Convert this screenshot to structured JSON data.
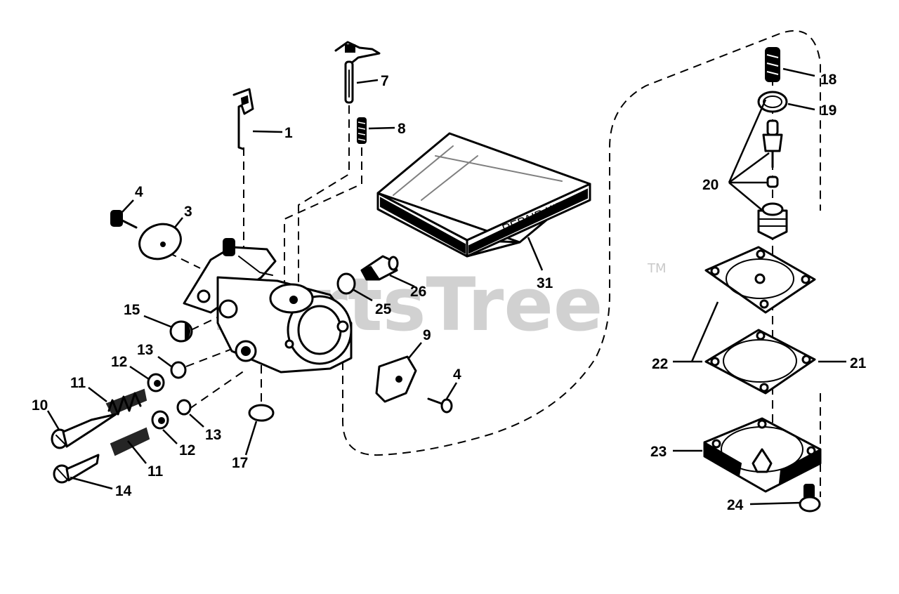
{
  "watermark": {
    "text": "PartsTree",
    "trademark": "TM"
  },
  "repair_kit_label": "REPAIR KIT",
  "callouts": [
    {
      "id": "c1",
      "text": "1"
    },
    {
      "id": "c3",
      "text": "3"
    },
    {
      "id": "c4a",
      "text": "4"
    },
    {
      "id": "c4b",
      "text": "4"
    },
    {
      "id": "c7",
      "text": "7"
    },
    {
      "id": "c8",
      "text": "8"
    },
    {
      "id": "c9",
      "text": "9"
    },
    {
      "id": "c10",
      "text": "10"
    },
    {
      "id": "c11a",
      "text": "11"
    },
    {
      "id": "c11b",
      "text": "11"
    },
    {
      "id": "c12a",
      "text": "12"
    },
    {
      "id": "c12b",
      "text": "12"
    },
    {
      "id": "c13a",
      "text": "13"
    },
    {
      "id": "c13b",
      "text": "13"
    },
    {
      "id": "c14",
      "text": "14"
    },
    {
      "id": "c15",
      "text": "15"
    },
    {
      "id": "c17",
      "text": "17"
    },
    {
      "id": "c18",
      "text": "18"
    },
    {
      "id": "c19",
      "text": "19"
    },
    {
      "id": "c20",
      "text": "20"
    },
    {
      "id": "c21",
      "text": "21"
    },
    {
      "id": "c22",
      "text": "22"
    },
    {
      "id": "c23",
      "text": "23"
    },
    {
      "id": "c24",
      "text": "24"
    },
    {
      "id": "c25",
      "text": "25"
    },
    {
      "id": "c26",
      "text": "26"
    },
    {
      "id": "c31",
      "text": "31"
    }
  ]
}
